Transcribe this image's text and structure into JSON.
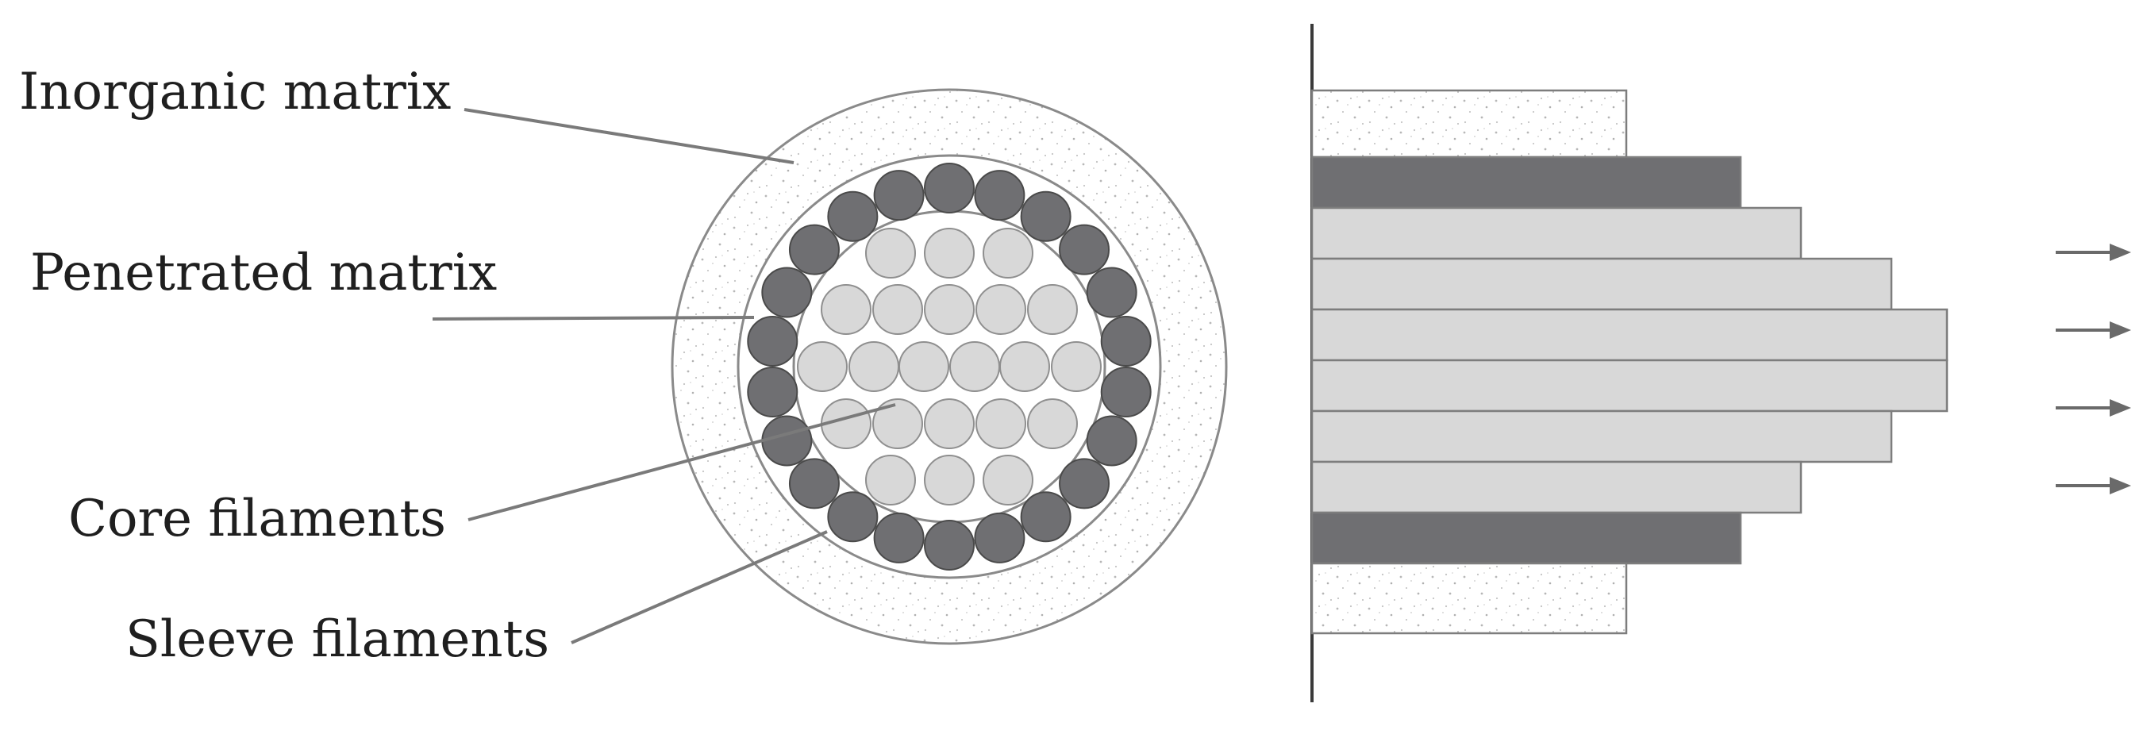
{
  "labels": {
    "inorganic_matrix": "Inorganic matrix",
    "penetrated_matrix": "Penetrated matrix",
    "core_filaments": "Core filaments",
    "sleeve_filaments": "Sleeve filaments"
  },
  "colors": {
    "sleeve_filament": "#6f6f72",
    "core_filament": "#d8d8d8",
    "matrix_outline": "#8a8a8a",
    "leader_line": "#7a7a7a",
    "arrow": "#6a6a6a",
    "speckle": "#b8b8b8"
  },
  "icons": {
    "pull_direction": "right-arrow-icon"
  }
}
